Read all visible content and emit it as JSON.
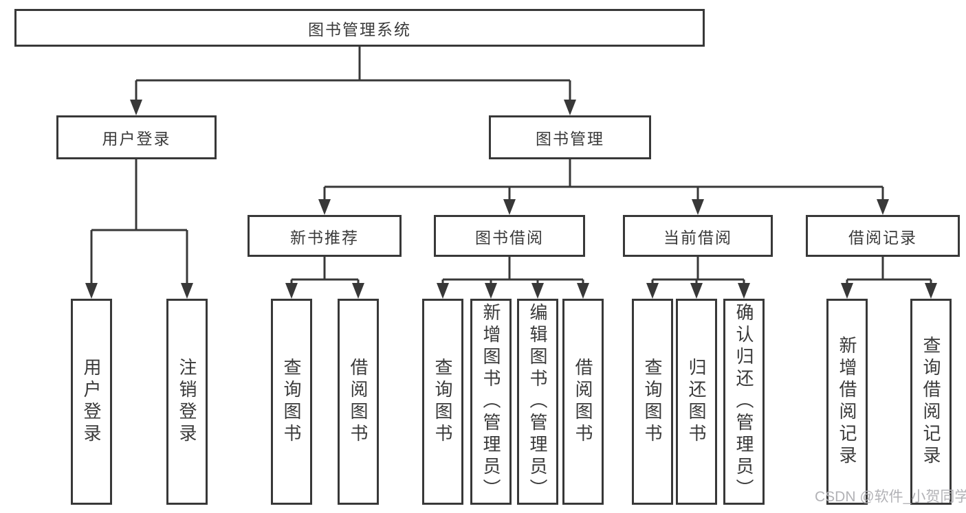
{
  "diagram": {
    "type": "hierarchy-diagram",
    "colors": {
      "line": "#383838",
      "box_border": "#383838",
      "text": "#3a3a3a",
      "background": "#ffffff",
      "watermark": "#b2b2b6"
    }
  },
  "tree": {
    "label": "图书管理系统",
    "children": [
      {
        "label": "用户登录",
        "children": [
          {
            "label": "用户登录"
          },
          {
            "label": "注销登录"
          }
        ]
      },
      {
        "label": "图书管理",
        "children": [
          {
            "label": "新书推荐",
            "children": [
              {
                "label": "查询图书"
              },
              {
                "label": "借阅图书"
              }
            ]
          },
          {
            "label": "图书借阅",
            "children": [
              {
                "label": "查询图书"
              },
              {
                "label": "新增图书（管理员）"
              },
              {
                "label": "编辑图书（管理员）"
              },
              {
                "label": "借阅图书"
              }
            ]
          },
          {
            "label": "当前借阅",
            "children": [
              {
                "label": "查询图书"
              },
              {
                "label": "归还图书"
              },
              {
                "label": "确认归还（管理员）"
              }
            ]
          },
          {
            "label": "借阅记录",
            "children": [
              {
                "label": "新增借阅记录"
              },
              {
                "label": "查询借阅记录"
              }
            ]
          }
        ]
      }
    ]
  },
  "watermark": {
    "text": "CSDN @软件_小贺同学"
  }
}
